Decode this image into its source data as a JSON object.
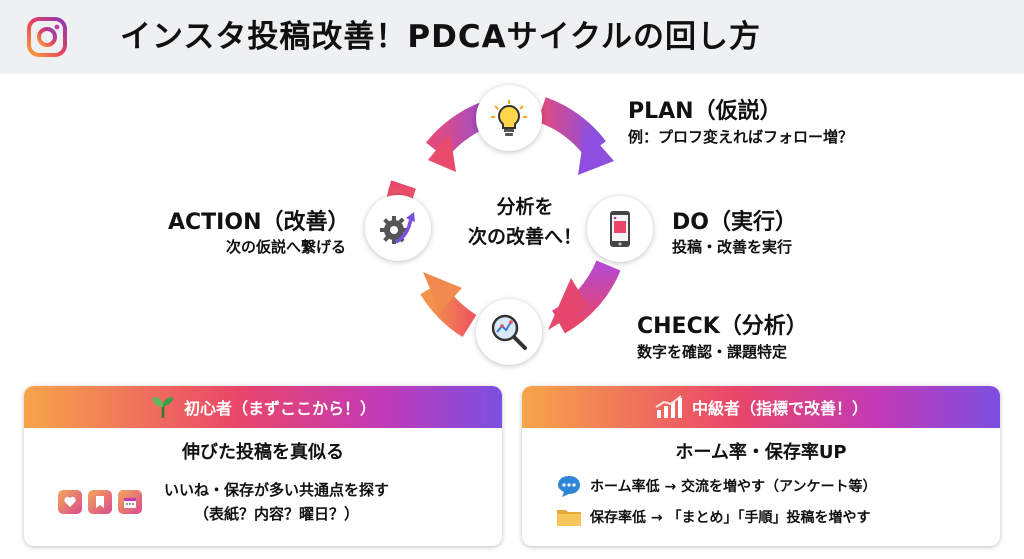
{
  "header": {
    "title": "インスタ投稿改善！PDCAサイクルの回し方"
  },
  "cycle": {
    "center_line1": "分析を",
    "center_line2": "次の改善へ！",
    "plan": {
      "title": "PLAN（仮説）",
      "sub": "例：プロフ変えればフォロー増？"
    },
    "do": {
      "title": "DO（実行）",
      "sub": "投稿・改善を実行"
    },
    "check": {
      "title": "CHECK（分析）",
      "sub": "数字を確認・課題特定"
    },
    "action": {
      "title": "ACTION（改善）",
      "sub": "次の仮説へ繋げる"
    }
  },
  "beginner": {
    "header": "初心者（まずここから！）",
    "title": "伸びた投稿を真似る",
    "line1": "いいね・保存が多い共通点を探す",
    "line2": "（表紙？内容？曜日？）"
  },
  "intermediate": {
    "header": "中級者（指標で改善！）",
    "title": "ホーム率・保存率UP",
    "item1": "ホーム率低 → 交流を増やす（アンケート等）",
    "item2": "保存率低 → 「まとめ」「手順」投稿を増やす"
  },
  "icons": [
    "instagram-icon",
    "lightbulb-icon",
    "smartphone-icon",
    "magnifier-chart-icon",
    "gear-arrow-icon",
    "sprout-icon",
    "bar-chart-icon",
    "heart-icon",
    "bookmark-icon",
    "calendar-icon",
    "chat-bubble-icon",
    "folder-icon"
  ],
  "colors": {
    "orange": "#f7a54a",
    "pink": "#e9466a",
    "magenta": "#c13ab7",
    "purple": "#7c4fe0"
  }
}
